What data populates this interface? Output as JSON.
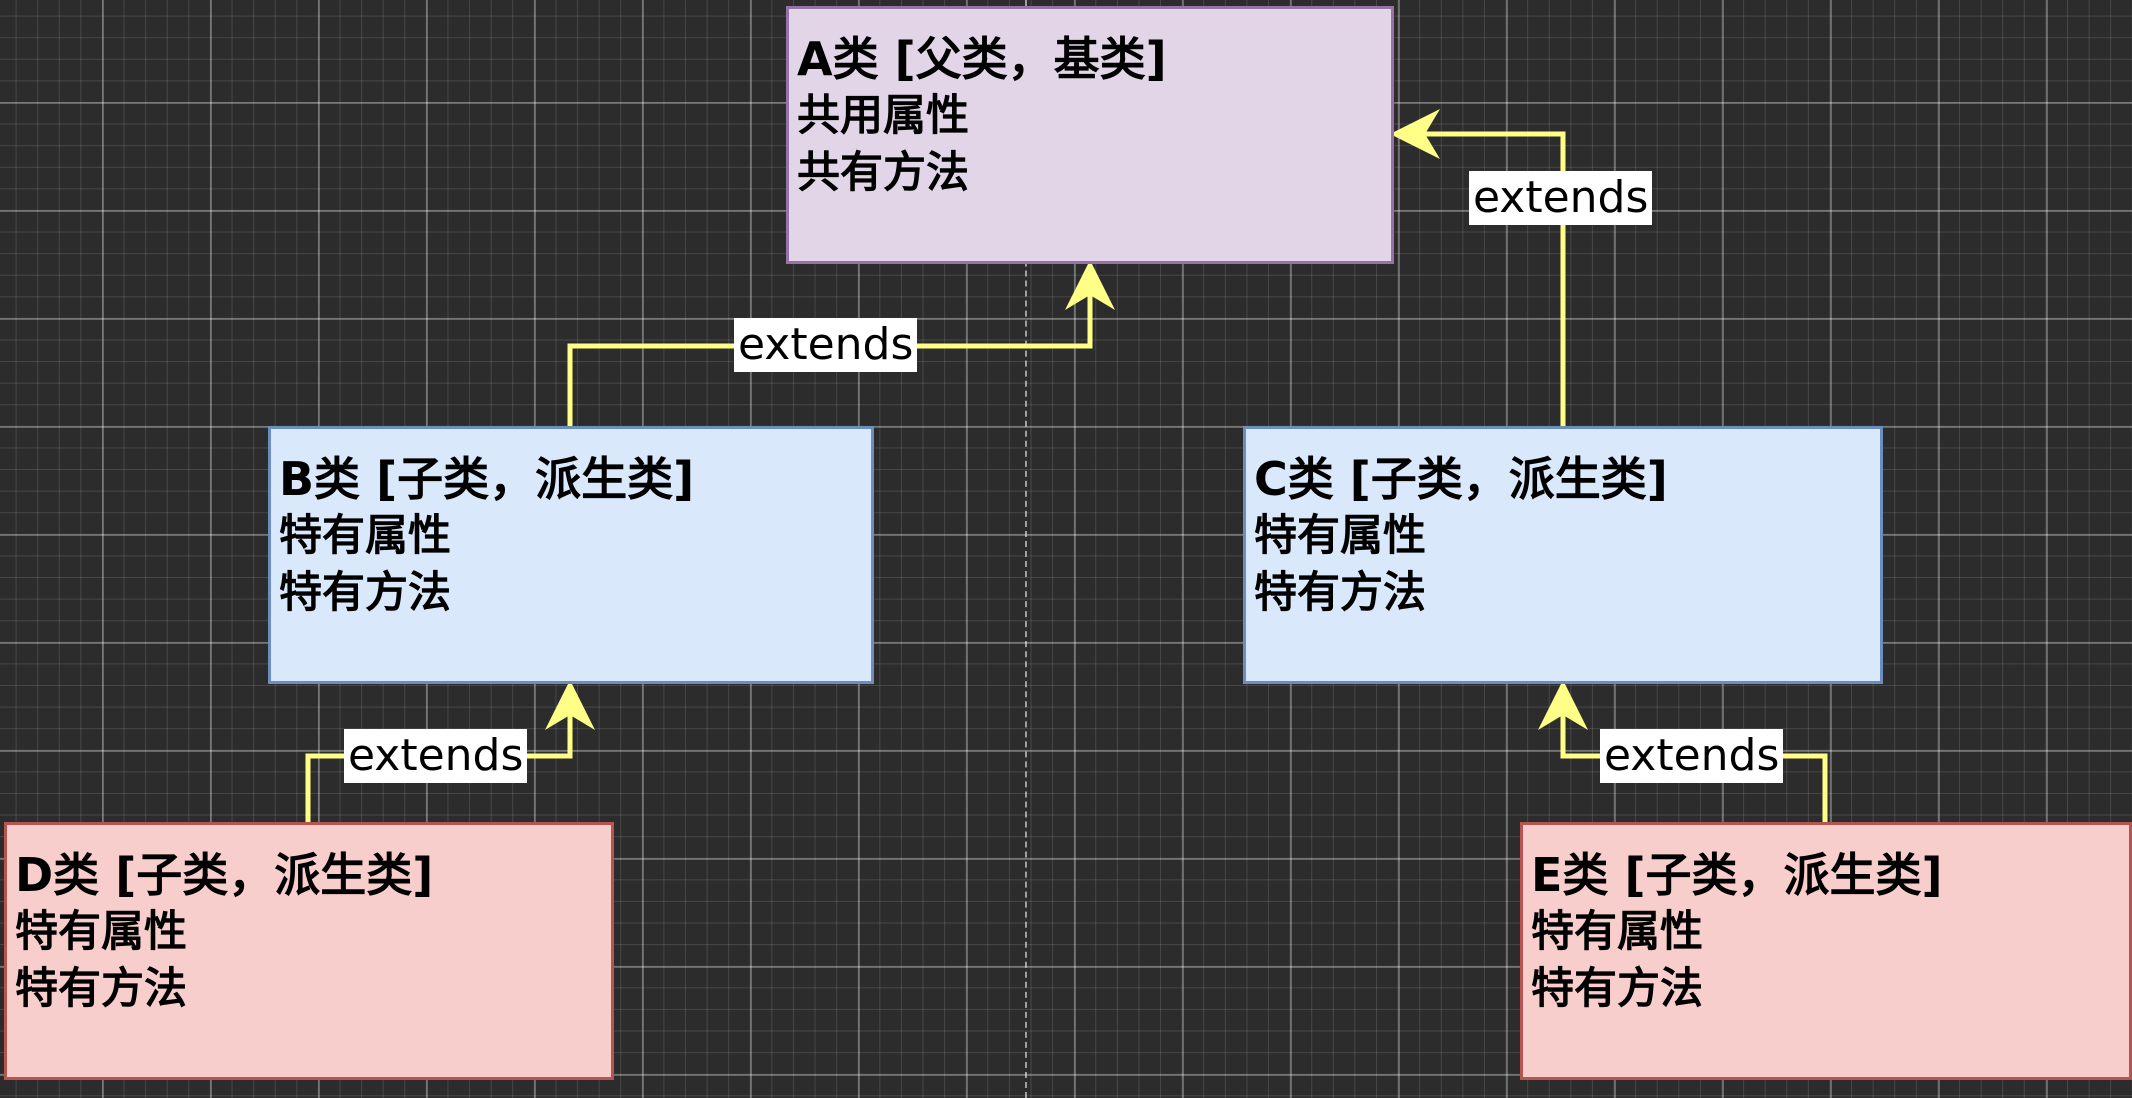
{
  "boxes": {
    "a": {
      "title": "A类 [父类，基类]",
      "line1": "共用属性",
      "line2": "共有方法"
    },
    "b": {
      "title": "B类 [子类，派生类]",
      "line1": "特有属性",
      "line2": "特有方法"
    },
    "c": {
      "title": "C类 [子类，派生类]",
      "line1": "特有属性",
      "line2": "特有方法"
    },
    "d": {
      "title": "D类 [子类，派生类]",
      "line1": "特有属性",
      "line2": "特有方法"
    },
    "e": {
      "title": "E类 [子类，派生类]",
      "line1": "特有属性",
      "line2": "特有方法"
    }
  },
  "edges": {
    "b_to_a": "extends",
    "c_to_a": "extends",
    "d_to_b": "extends",
    "e_to_c": "extends"
  },
  "colors": {
    "background": "#2c2c2c",
    "parent_fill": "#e1d5e7",
    "child_fill": "#dae8fc",
    "grandchild_fill": "#f8cecc",
    "connector": "#ffff88"
  }
}
